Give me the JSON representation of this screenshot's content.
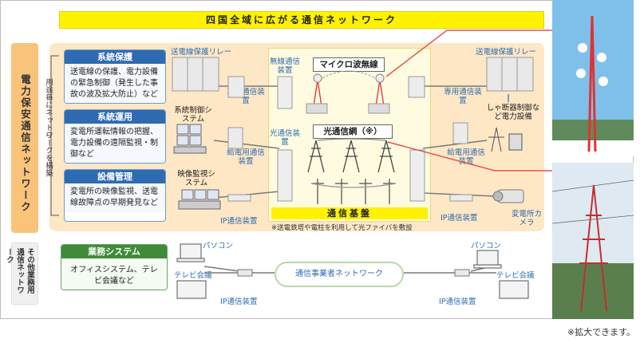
{
  "title": "四国全域に広がる通信ネットワーク",
  "side_labels": {
    "power": "電力保安通信ネットワーク",
    "usage": "用途毎にネットワークを構築",
    "other": "その他業務用通信ネットワーク"
  },
  "cards": [
    {
      "header": "系統保護",
      "body": "送電線の保護、電力設備の緊急制御（発生した事故の波及拡大防止）など"
    },
    {
      "header": "系統運用",
      "body": "変電所運転情報の把握、電力設備の遠隔監視・制御など"
    },
    {
      "header": "設備管理",
      "body": "変電所の映像監視、送電線故障点の早期発見など"
    },
    {
      "header": "業務システム",
      "body": "オフィスシステム、テレビ会議など"
    }
  ],
  "labels": {
    "relay_left": "送電線保護リレー",
    "relay_right": "送電線保護リレー",
    "control_system": "系統制御システム",
    "video_system": "映像監視システム",
    "dedicated_left": "専用通信装置",
    "dedicated_right": "専用通信装置",
    "wireless_device": "無線通信装置",
    "optical_device": "光通信装置",
    "feeder_left": "給電用通信装置",
    "feeder_right": "給電用通信装置",
    "ip_left": "IP通信装置",
    "ip_right": "IP通信装置",
    "breaker": "しゃ断器制御など電力設備",
    "camera": "変電所カメラ",
    "microwave": "マイクロ波無線",
    "fiber": "光通信網（※）",
    "backbone": "通信基盤",
    "footnote": "※送電鉄塔や電柱を利用して光ファイバを敷設",
    "pc_left": "パソコン",
    "pc_right": "パソコン",
    "tv_left": "テレビ会議",
    "tv_right": "テレビ会議",
    "ip_bottom_left": "IP通信装置",
    "ip_bottom_right": "IP通信装置",
    "carrier_network": "通信事業者ネットワーク"
  },
  "zoom_note": "※拡大できます。",
  "colors": {
    "title_bg": "#fff200",
    "power_bg": "#fde7c5",
    "card_blue": "#2f6bb0",
    "card_green": "#3f8b3a",
    "link_red": "#e2574c"
  }
}
